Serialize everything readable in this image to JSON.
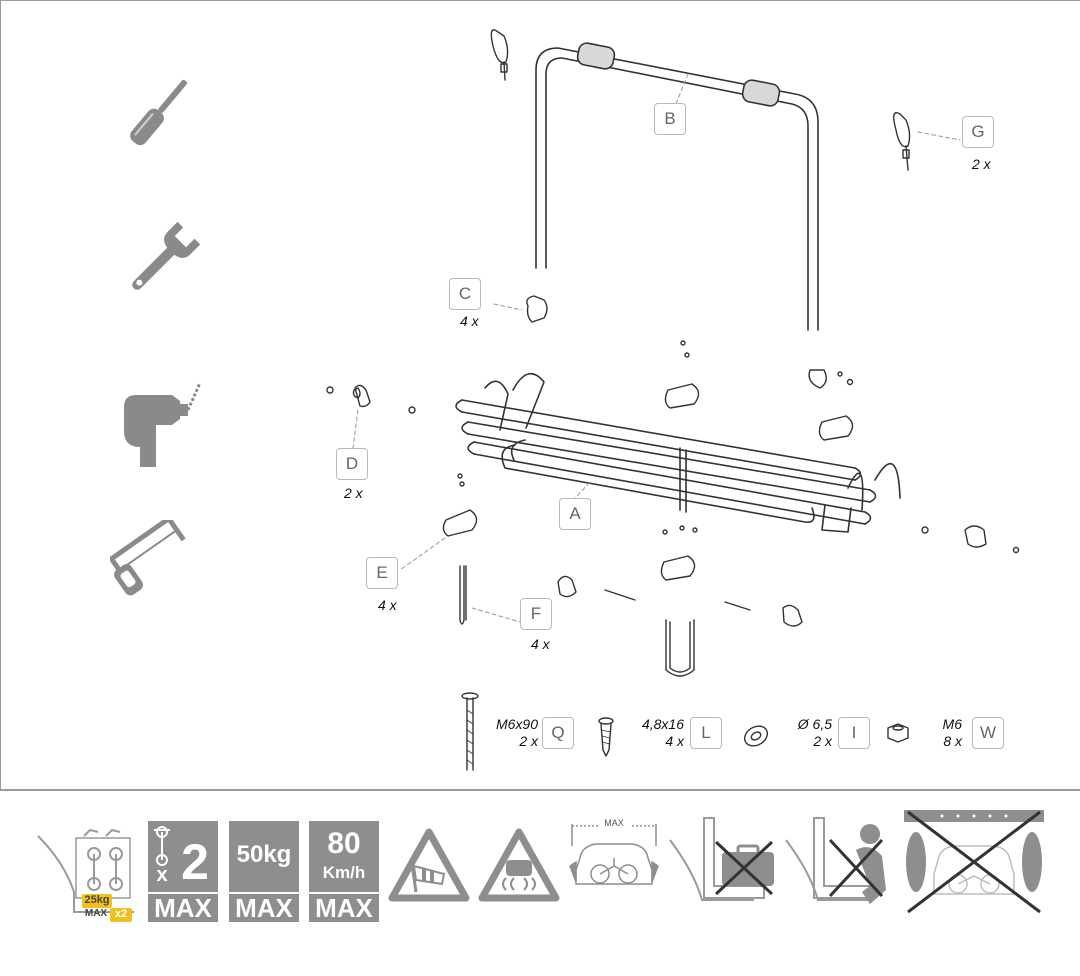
{
  "parts": {
    "A": {
      "label": "A",
      "qty": ""
    },
    "B": {
      "label": "B",
      "qty": ""
    },
    "C": {
      "label": "C",
      "qty": "4 x"
    },
    "D": {
      "label": "D",
      "qty": "2 x"
    },
    "E": {
      "label": "E",
      "qty": "4 x"
    },
    "F": {
      "label": "F",
      "qty": "4 x"
    },
    "G": {
      "label": "G",
      "qty": "2 x"
    }
  },
  "hardware": {
    "Q": {
      "label": "Q",
      "size": "M6x90",
      "qty": "2 x"
    },
    "L": {
      "label": "L",
      "size": "4,8x16",
      "qty": "4 x"
    },
    "I": {
      "label": "I",
      "size": "Ø 6,5",
      "qty": "2 x"
    },
    "W": {
      "label": "W",
      "size": "M6",
      "qty": "8 x"
    }
  },
  "tools": [
    "screwdriver-icon",
    "wrench-icon",
    "drill-icon",
    "hacksaw-icon"
  ],
  "warnings": {
    "bikes_load": {
      "weight": "25kg",
      "max": "MAX",
      "multiplier": "x2"
    },
    "max_bikes": {
      "count": "2",
      "prefix": "x",
      "max": "MAX"
    },
    "max_load": {
      "value": "50kg",
      "max": "MAX"
    },
    "max_speed": {
      "value": "80",
      "unit": "Km/h",
      "max": "MAX"
    },
    "rear_width": {
      "label": "MAX"
    }
  },
  "colors": {
    "sign_gray": "#8e8e8e",
    "accent_yellow": "#f2c01e",
    "line": "#333333",
    "icon_gray": "#8a8a8a"
  }
}
